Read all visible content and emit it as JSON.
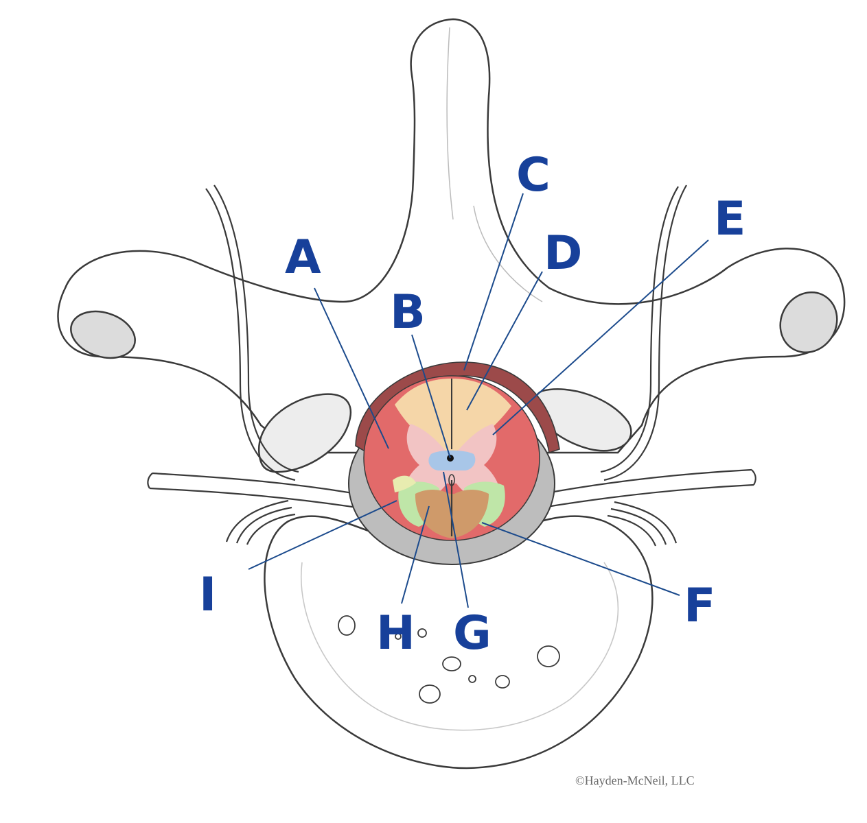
{
  "colors": {
    "outline": "#3a3a3a",
    "bone": "#ffffff",
    "bone_shade": "#dadada",
    "leader_line": "#1b4a8c",
    "label": "#17409a",
    "dura": "#9c4a4a",
    "white_matter": "#e26a6a",
    "posterior_funiculus": "#f5d6a8",
    "ventral_funiculus": "#cf9a6a",
    "gray_matter_horn": "#f2c4c4",
    "gray_commissure": "#a8c6e8",
    "ventral_horn": "#bfe6a8",
    "subarachnoid": "#bdbdbd"
  },
  "labels": {
    "a": "A",
    "b": "B",
    "c": "C",
    "d": "D",
    "e": "E",
    "f": "F",
    "g": "G",
    "h": "H",
    "i": "I"
  },
  "copyright": "©Hayden-McNeil, LLC"
}
